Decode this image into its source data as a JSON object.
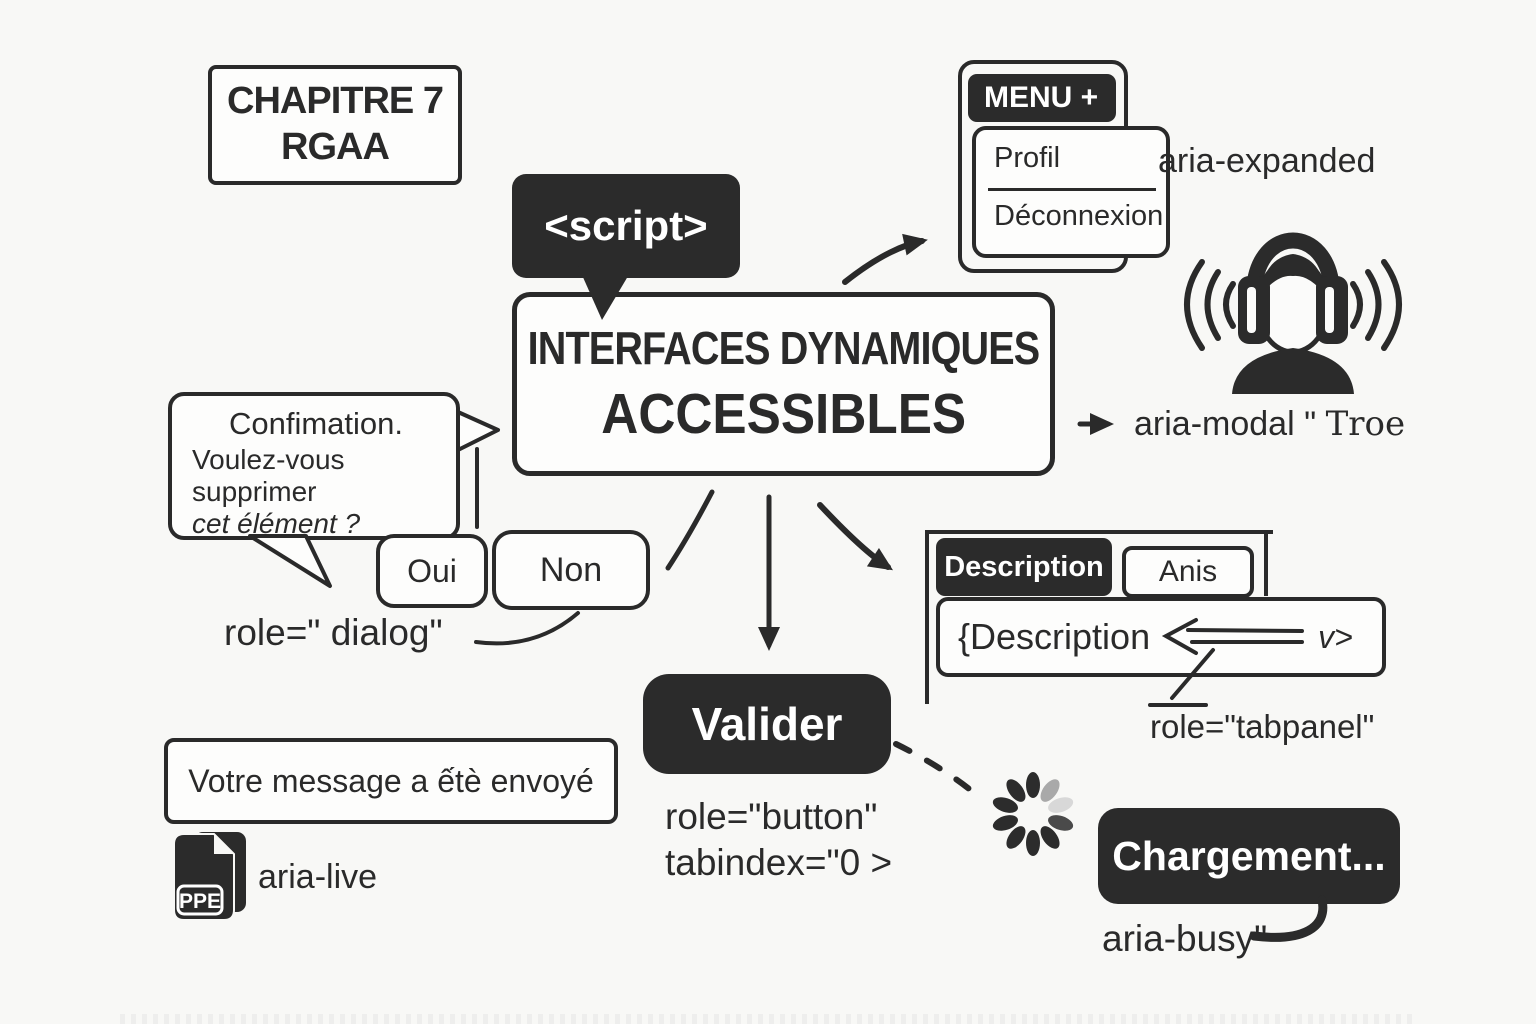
{
  "colors": {
    "ink": "#2a2a2a",
    "dark_fill": "#2b2b2b",
    "background": "#f8f8f6",
    "panel": "#fdfdfc",
    "spinner_mid": "#a9a9a9",
    "spinner_light": "#d8d8d8"
  },
  "chapter": {
    "line1": "CHAPITRE 7",
    "line2": "RGAA"
  },
  "script_tag": {
    "label": "<script>"
  },
  "title": {
    "line1": "INTERFACES DYNAMIQUES",
    "line2": "ACCESSIBLES"
  },
  "menu": {
    "header": "MENU +",
    "items": [
      {
        "label": "Profil"
      },
      {
        "label": "Déconnexion"
      }
    ],
    "annotation": "aria-expanded"
  },
  "screen_reader": {
    "icon": "listener-headphones-icon",
    "annotation_property": "aria-modal \"",
    "annotation_value": "Troe"
  },
  "dialog": {
    "line1": "Confimation.",
    "line2": "Voulez-vous supprimer",
    "line3": "cet élément ?",
    "buttons": [
      {
        "label": "Oui"
      },
      {
        "label": "Non"
      }
    ],
    "annotation": "role=\" dialog\""
  },
  "live_region": {
    "message": "Votre message a ếtè envoyé",
    "file_icon_label": "PPE",
    "file_icon": "ppe-file-icon",
    "annotation": "aria-live"
  },
  "validate": {
    "label": "Valider",
    "annotation_role": "role=\"button\"",
    "annotation_tabindex": "tabindex=\"0 >"
  },
  "tabs": {
    "active": "Description",
    "inactive": "Anis",
    "panel_prefix": "{Description",
    "panel_suffix": "v>",
    "annotation": "role=\"tabpanel\""
  },
  "loading": {
    "icon": "loading-spinner-icon",
    "label": "Chargement...",
    "annotation": "aria-busy\""
  }
}
